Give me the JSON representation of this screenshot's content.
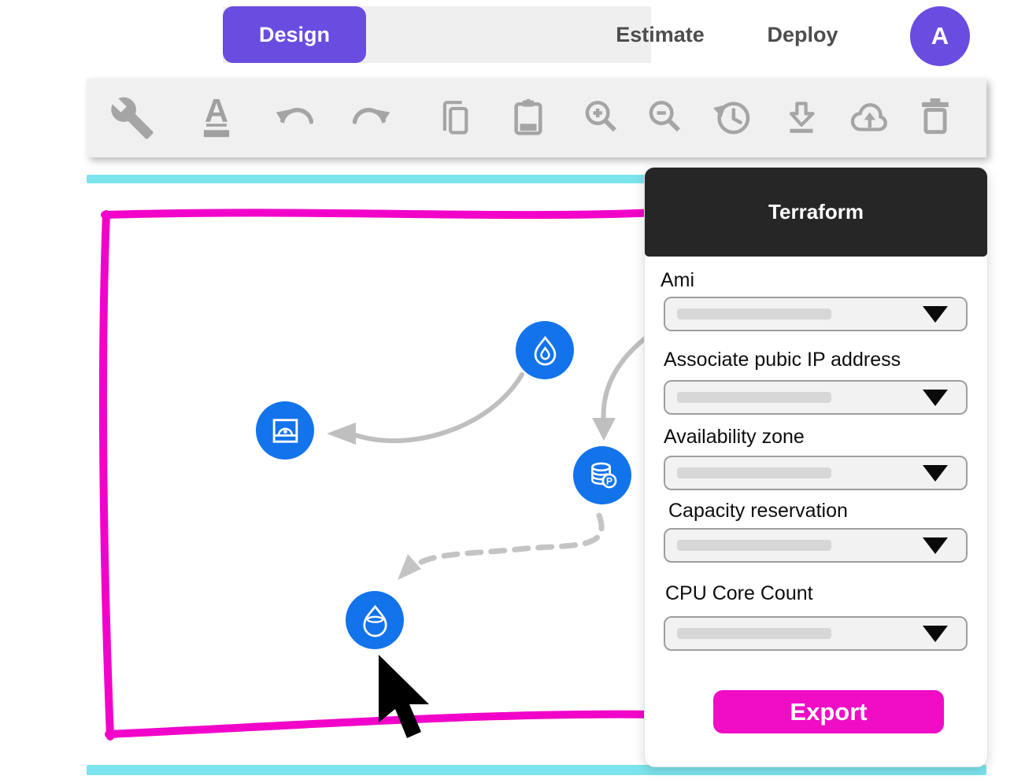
{
  "app": {
    "tabs": [
      {
        "label": "Design",
        "active": true
      },
      {
        "label": "Estimate",
        "active": false
      },
      {
        "label": "Deploy",
        "active": false
      }
    ],
    "avatar_initial": "A"
  },
  "toolbar": {
    "icons": [
      "wrench",
      "text-format",
      "undo",
      "redo",
      "copy",
      "paste",
      "zoom-in",
      "zoom-out",
      "history",
      "download",
      "cloud-upload",
      "trash"
    ]
  },
  "canvas": {
    "nodes": [
      {
        "name": "water-droplet"
      },
      {
        "name": "image-frame"
      },
      {
        "name": "database-p"
      },
      {
        "name": "droplet-level"
      }
    ],
    "connectors": [
      {
        "from": "water-droplet",
        "to": "image-frame",
        "style": "solid"
      },
      {
        "from": "offscreen-right",
        "to": "database-p",
        "style": "solid"
      },
      {
        "from": "database-p",
        "to": "droplet-level",
        "style": "dashed"
      }
    ]
  },
  "panel": {
    "title": "Terraform",
    "fields": [
      {
        "label": "Ami",
        "value": ""
      },
      {
        "label": "Associate pubic IP address",
        "value": ""
      },
      {
        "label": "Availability zone",
        "value": ""
      },
      {
        "label": "Capacity reservation",
        "value": ""
      },
      {
        "label": "CPU Core Count",
        "value": ""
      }
    ],
    "export_label": "Export"
  },
  "colors": {
    "accent_purple": "#6A4CE0",
    "node_blue": "#1273EB",
    "sketch_magenta": "#F203C9",
    "export_magenta": "#F10CC6",
    "cyan_bar": "#7CE4ED",
    "panel_header_dark": "#262626",
    "toolbar_icon_gray": "#A5A5A5",
    "arrow_gray": "#BFBFBF"
  }
}
